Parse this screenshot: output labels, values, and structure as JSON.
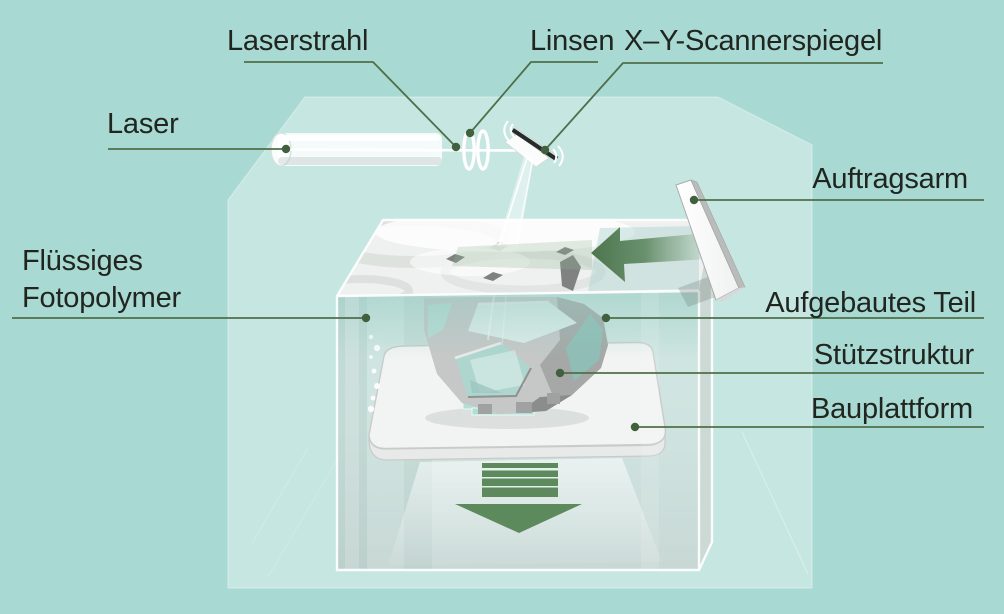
{
  "labels": {
    "laser": "Laser",
    "laserstrahl": "Laserstrahl",
    "linsen": "Linsen",
    "scannerspiegel": "X–Y-Scannerspiegel",
    "auftragsarm": "Auftragsarm",
    "fluessiges": "Flüssiges",
    "fotopolymer": "Fotopolymer",
    "aufgebautes_teil": "Aufgebautes Teil",
    "stuetzstruktur": "Stützstruktur",
    "bauplattform": "Bauplattform"
  },
  "icons": {
    "recoater_motion": "arrow-left-icon",
    "platform_motion": "arrow-down-icon"
  },
  "colors": {
    "background": "#a8d9d2",
    "chamber_tint": "rgba(255,255,255,0.34)",
    "label_text": "#20251f",
    "leader_line": "#4f6f4a",
    "leader_dot": "#41603d",
    "motion_arrow_green": "#5d8a5c",
    "recoat_arrow_green": "#4d774f",
    "vat_surface_white": "#f0f2f1",
    "part_frame_gray": "#c6c8c7",
    "support_teal": "#a9dbd3"
  }
}
